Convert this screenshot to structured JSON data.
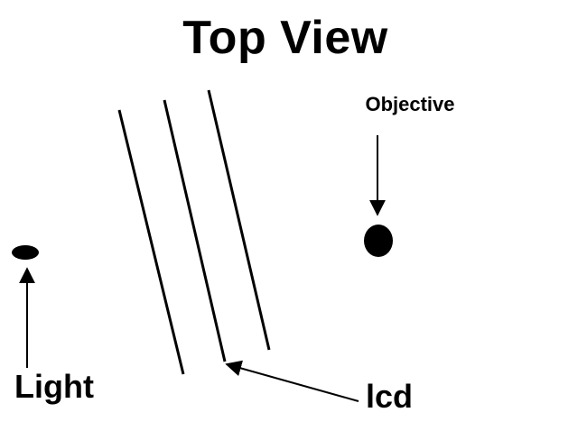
{
  "title": "Top View",
  "labels": {
    "objective": "Objective",
    "light": "Light",
    "lcd": "lcd"
  },
  "colors": {
    "ink": "#000000",
    "background": "#ffffff"
  },
  "elements": {
    "light_source": "filled-ellipse",
    "objective": "filled-ellipse",
    "lcd_panels": "three-parallel-lines",
    "arrows": [
      "objective-arrow",
      "light-arrow",
      "lcd-arrow"
    ]
  }
}
